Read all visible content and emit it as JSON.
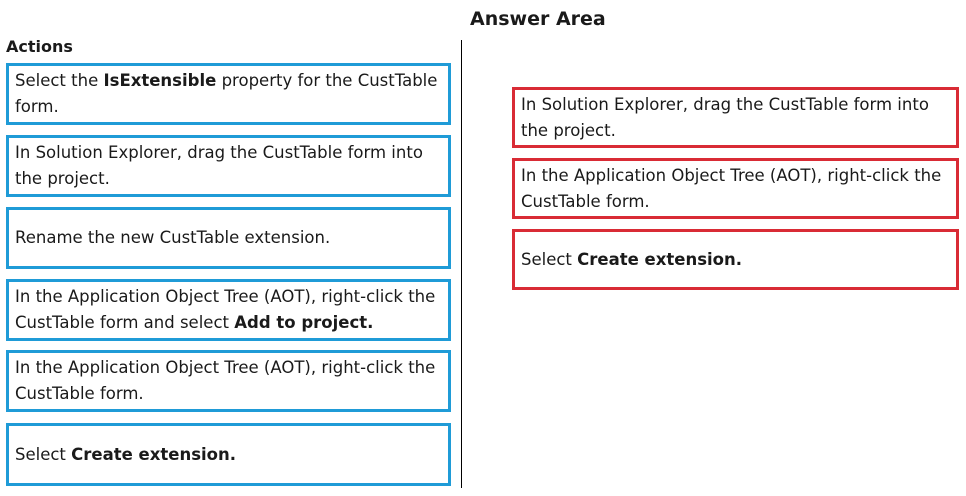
{
  "answer_area": {
    "title": "Answer Area",
    "items": [
      {
        "pre": "In Solution Explorer, drag the CustTable form into the project.",
        "bold": "",
        "post": ""
      },
      {
        "pre": "In the Application Object Tree (AOT), right-click the CustTable form.",
        "bold": "",
        "post": ""
      },
      {
        "pre": "Select ",
        "bold": "Create extension.",
        "post": ""
      }
    ]
  },
  "actions": {
    "title": "Actions",
    "items": [
      {
        "pre": "Select the ",
        "bold": "IsExtensible",
        "post": " property for the CustTable form."
      },
      {
        "pre": "In Solution Explorer, drag the CustTable form into the project.",
        "bold": "",
        "post": ""
      },
      {
        "pre": "Rename the new CustTable extension.",
        "bold": "",
        "post": ""
      },
      {
        "pre": "In the Application Object Tree (AOT), right-click the CustTable form and select ",
        "bold": "Add to project.",
        "post": ""
      },
      {
        "pre": "In the Application Object Tree (AOT), right-click the CustTable form.",
        "bold": "",
        "post": ""
      },
      {
        "pre": "Select ",
        "bold": "Create extension.",
        "post": ""
      }
    ]
  },
  "colors": {
    "action_border": "#1f9bd7",
    "answer_border": "#d92b35"
  }
}
